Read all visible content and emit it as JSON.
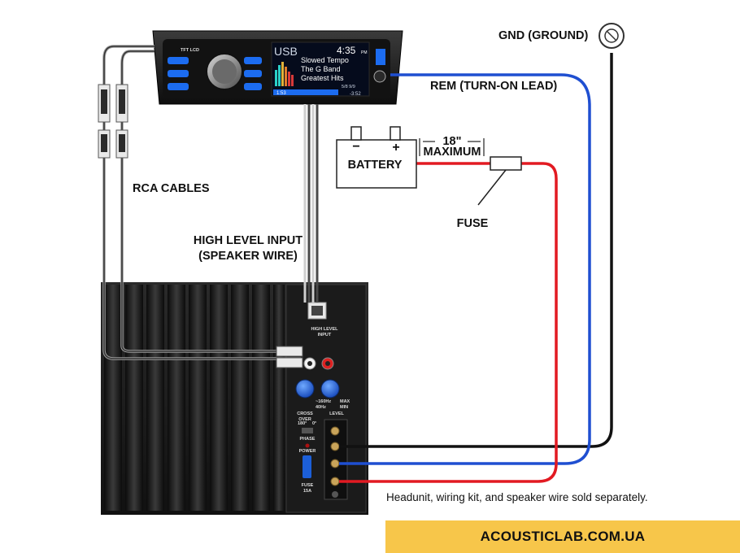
{
  "labels": {
    "gnd": "GND (GROUND)",
    "rem": "REM (TURN-ON LEAD)",
    "battery": "BATTERY",
    "battery_minus": "−",
    "battery_plus": "+",
    "distance": "18\"",
    "maximum": "MAXIMUM",
    "fuse": "FUSE",
    "rca": "RCA CABLES",
    "high_level_1": "HIGH LEVEL INPUT",
    "high_level_2": "(SPEAKER WIRE)"
  },
  "headunit": {
    "source": "USB",
    "time": "4:35",
    "time_suffix": "PM",
    "track": "Slowed Tempo",
    "artist": "The G Band",
    "album": "Greatest Hits",
    "elapsed": "1:53",
    "remaining": "-3:52",
    "lcd_tag": "TFT LCD",
    "counter": "5/8  9/9"
  },
  "amp_panel": {
    "high_level_input_1": "HIGH LEVEL",
    "high_level_input_2": "INPUT",
    "hz": "~160Hz",
    "max": "MAX",
    "hz_low": "40Hz",
    "min": "MIN",
    "crossover_1": "CROSS",
    "crossover_2": "OVER",
    "level": "LEVEL",
    "phase_0": "180°",
    "phase_1": "0°",
    "phase": "PHASE",
    "power": "POWER",
    "fuse_1": "FUSE",
    "fuse_2": "15A"
  },
  "footer": {
    "note": "Headunit, wiring kit, and speaker wire sold separately.",
    "brand": "ACOUSTICLAB.COM.UA"
  },
  "colors": {
    "rem_wire": "#1f4fd1",
    "power_wire": "#e21a22",
    "ground_wire": "#111111",
    "banner": "#f7c64a",
    "lcd_accent": "#1c6cf0"
  }
}
